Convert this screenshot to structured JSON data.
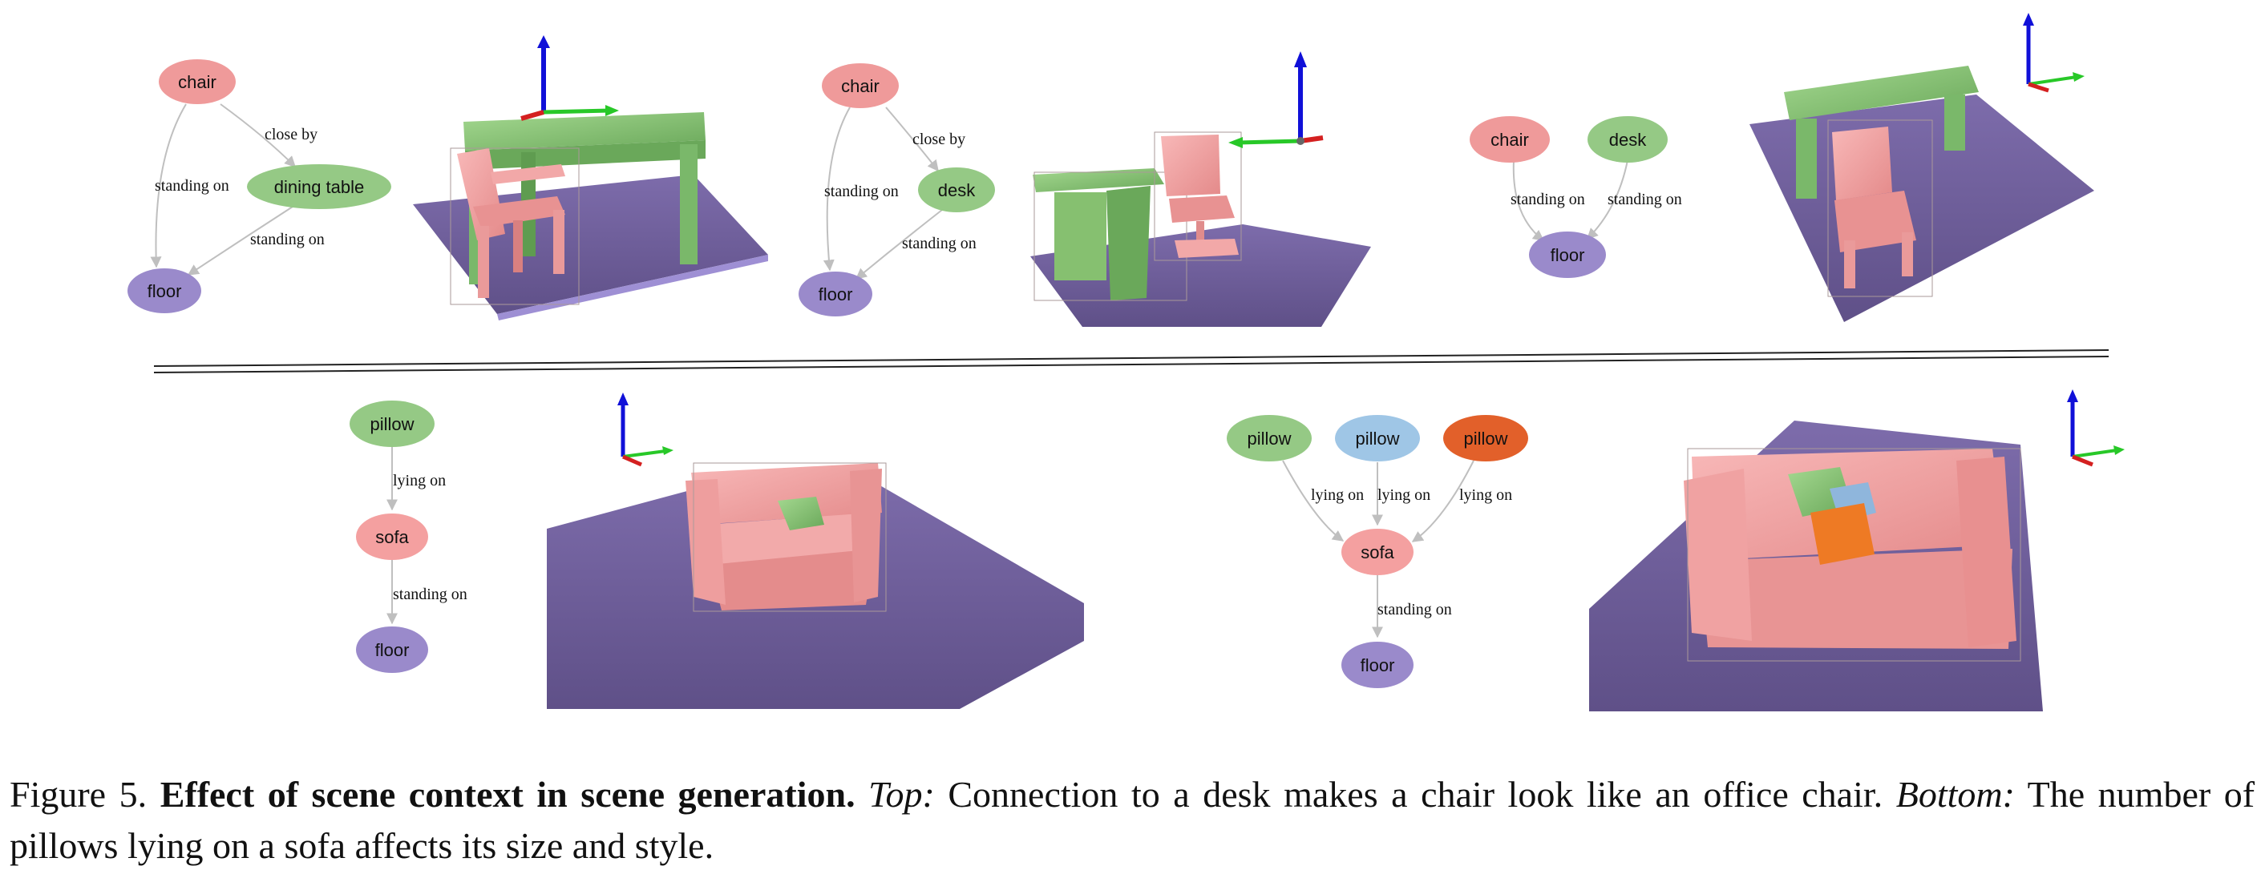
{
  "colors": {
    "chair": "#ef9a9a",
    "sofa": "#f4a0a0",
    "green_node": "#95c985",
    "blue_node": "#9fc6e6",
    "orange_node": "#e2602a",
    "floor": "#9a8acb",
    "edge": "#bfbfbf",
    "floor_plane": "#6f5f9e",
    "object_pink": "#f4a2a2",
    "object_green": "#8cc878",
    "axis_x": "#d42020",
    "axis_y": "#28c828",
    "axis_z": "#1010d8"
  },
  "panels": {
    "p1": {
      "nodes": {
        "chair": "chair",
        "table": "dining table",
        "floor": "floor"
      },
      "edges": {
        "close": "close by",
        "chair_floor": "standing on",
        "table_floor": "standing on"
      }
    },
    "p2": {
      "nodes": {
        "chair": "chair",
        "desk": "desk",
        "floor": "floor"
      },
      "edges": {
        "close": "close by",
        "chair_floor": "standing on",
        "desk_floor": "standing on"
      }
    },
    "p3": {
      "nodes": {
        "chair": "chair",
        "desk": "desk",
        "floor": "floor"
      },
      "edges": {
        "chair_floor": "standing on",
        "desk_floor": "standing on"
      }
    },
    "p4": {
      "nodes": {
        "pillow": "pillow",
        "sofa": "sofa",
        "floor": "floor"
      },
      "edges": {
        "pillow_sofa": "lying on",
        "sofa_floor": "standing on"
      }
    },
    "p5": {
      "nodes": {
        "pillow1": "pillow",
        "pillow2": "pillow",
        "pillow3": "pillow",
        "sofa": "sofa",
        "floor": "floor"
      },
      "edges": {
        "p1": "lying on",
        "p2": "lying on",
        "p3": "lying on",
        "sofa_floor": "standing on"
      }
    }
  },
  "caption": {
    "label": "Figure 5.",
    "title": "Effect of scene context in scene generation.",
    "top_tag": "Top:",
    "top_text": "Connection to a desk makes a chair look like an office chair.",
    "bottom_tag": "Bottom:",
    "bottom_text": "The number of pillows lying on a sofa affects its size and style."
  }
}
